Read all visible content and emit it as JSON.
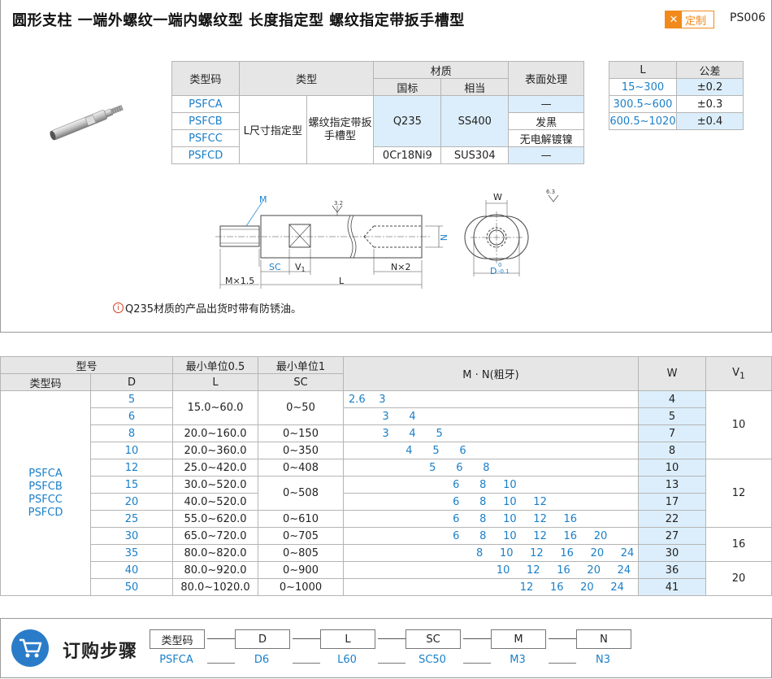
{
  "header": {
    "title": "圆形支柱  一端外螺纹一端内螺纹型  长度指定型  螺纹指定带扳手槽型",
    "badge_label": "定制",
    "part_code": "PS006"
  },
  "type_table": {
    "col_code": "类型码",
    "col_type": "类型",
    "col_material": "材质",
    "col_material_gb": "国标",
    "col_material_eq": "相当",
    "col_surface": "表面处理",
    "codes": [
      "PSFCA",
      "PSFCB",
      "PSFCC",
      "PSFCD"
    ],
    "type_a": "L尺寸指定型",
    "type_b": "螺纹指定带扳手槽型",
    "mat_gb_1": "Q235",
    "mat_eq_1": "SS400",
    "mat_gb_2": "0Cr18Ni9",
    "mat_eq_2": "SUS304",
    "surfaces": [
      "—",
      "发黑",
      "无电解镀镍",
      "—"
    ]
  },
  "tolerance_table": {
    "col_l": "L",
    "col_tol": "公差",
    "rows": [
      {
        "l": "15~300",
        "tol": "±0.2"
      },
      {
        "l": "300.5~600",
        "tol": "±0.3"
      },
      {
        "l": "600.5~1020",
        "tol": "±0.4"
      }
    ]
  },
  "drawing": {
    "label_m": "M",
    "label_roughness_a": "3.2",
    "label_roughness_b": "6.3",
    "label_n": "N",
    "label_mx": "M×1.5",
    "label_sc": "SC",
    "label_v": "V",
    "label_v_sub": "1",
    "label_n2": "N×2",
    "label_l": "L",
    "label_w": "W",
    "label_d": "D",
    "label_d_tol_up": "0",
    "label_d_tol_low": "-0.1"
  },
  "note": {
    "icon": "info-icon",
    "text": "Q235材质的产品出货时带有防锈油。"
  },
  "spec_table": {
    "h_model": "型号",
    "h_min05": "最小单位0.5",
    "h_min1": "最小单位1",
    "h_mn": "M · N(粗牙)",
    "h_w": "W",
    "h_v": "V",
    "h_v_sub": "1",
    "h_code": "类型码",
    "h_d": "D",
    "h_l": "L",
    "h_sc": "SC",
    "codes": [
      "PSFCA",
      "PSFCB",
      "PSFCC",
      "PSFCD"
    ],
    "rows": [
      {
        "d": "5",
        "mn": "2.6    3",
        "w": "4"
      },
      {
        "d": "6",
        "mn": "          3      4",
        "w": "5"
      },
      {
        "d": "8",
        "mn": "          3      4      5",
        "w": "7"
      },
      {
        "d": "10",
        "mn": "                 4      5      6",
        "w": "8"
      },
      {
        "d": "12",
        "mn": "                        5      6      8",
        "w": "10"
      },
      {
        "d": "15",
        "mn": "                               6      8     10",
        "w": "13"
      },
      {
        "d": "20",
        "mn": "                               6      8     10     12",
        "w": "17"
      },
      {
        "d": "25",
        "mn": "                               6      8     10     12     16",
        "w": "22"
      },
      {
        "d": "30",
        "mn": "                               6      8     10     12     16     20",
        "w": "27"
      },
      {
        "d": "35",
        "mn": "                                      8     10     12     16     20     24",
        "w": "30"
      },
      {
        "d": "40",
        "mn": "                                            10     12     16     20     24",
        "w": "36"
      },
      {
        "d": "50",
        "mn": "                                                   12     16     20     24",
        "w": "41"
      }
    ],
    "l_ranges": [
      "15.0~60.0",
      "20.0~160.0",
      "20.0~360.0",
      "25.0~420.0",
      "30.0~520.0",
      "40.0~520.0",
      "55.0~620.0",
      "65.0~720.0",
      "80.0~820.0",
      "80.0~920.0",
      "80.0~1020.0"
    ],
    "sc_ranges": [
      "0~50",
      "0~150",
      "0~350",
      "0~408",
      "0~508",
      "0~610",
      "0~705",
      "0~805",
      "0~900",
      "0~1000"
    ],
    "v_values": [
      "10",
      "12",
      "16",
      "20"
    ]
  },
  "order": {
    "title": "订购步骤",
    "steps": [
      {
        "label": "类型码",
        "value": "PSFCA"
      },
      {
        "label": "D",
        "value": "D6"
      },
      {
        "label": "L",
        "value": "L60"
      },
      {
        "label": "SC",
        "value": "SC50"
      },
      {
        "label": "M",
        "value": "M3"
      },
      {
        "label": "N",
        "value": "N3"
      }
    ]
  },
  "colors": {
    "accent_blue": "#1a7fc8",
    "header_gray": "#e6e6e6",
    "light_blue": "#dceefb",
    "badge_orange": "#f18a1b"
  }
}
